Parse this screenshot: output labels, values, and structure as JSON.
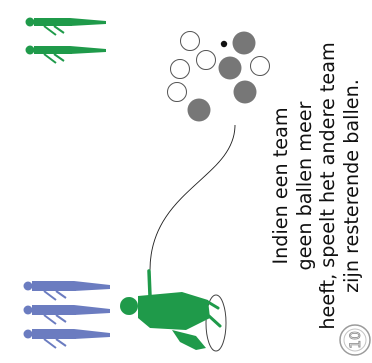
{
  "page_number": "10",
  "caption_lines": [
    "Indien een team",
    "geen ballen meer",
    "heeft, speelt het andere team",
    "zijn resterende ballen."
  ],
  "colors": {
    "team_green": "#1f9a4a",
    "team_blue": "#6b7cc0",
    "ball_grey": "#777777",
    "ball_white": "#ffffff",
    "jack": "#111111"
  },
  "figures": {
    "green_team_count": 2,
    "blue_team_count": 3
  },
  "balls": {
    "grey_count": 4,
    "white_count": 5,
    "jack_count": 1
  }
}
